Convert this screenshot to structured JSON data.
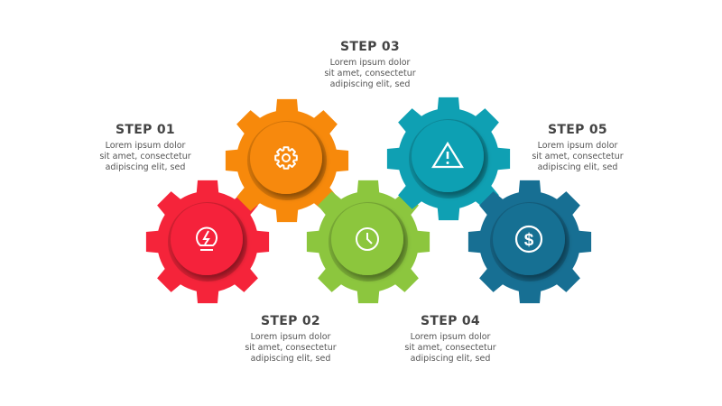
{
  "steps": [
    {
      "title": "STEP 01",
      "lines": [
        "Lorem ipsum dolor",
        "sit amet, consectetur",
        "adipiscing elit, sed"
      ],
      "color": "#f5243a",
      "icon": "lightbulb-icon"
    },
    {
      "title": "STEP 02",
      "lines": [
        "Lorem ipsum dolor",
        "sit amet, consectetur",
        "adipiscing elit, sed"
      ],
      "color": "#f7890b",
      "icon": "gear-icon"
    },
    {
      "title": "STEP 03",
      "lines": [
        "Lorem ipsum dolor",
        "sit amet, consectetur",
        "adipiscing elit, sed"
      ],
      "color": "#8cc63e",
      "icon": "clock-icon"
    },
    {
      "title": "STEP 04",
      "lines": [
        "Lorem ipsum dolor",
        "sit amet, consectetur",
        "adipiscing elit, sed"
      ],
      "color": "#0fa0b3",
      "icon": "warning-icon"
    },
    {
      "title": "STEP 05",
      "lines": [
        "Lorem ipsum dolor",
        "sit amet, consectetur",
        "adipiscing elit, sed"
      ],
      "color": "#176f93",
      "icon": "dollar-icon"
    }
  ]
}
